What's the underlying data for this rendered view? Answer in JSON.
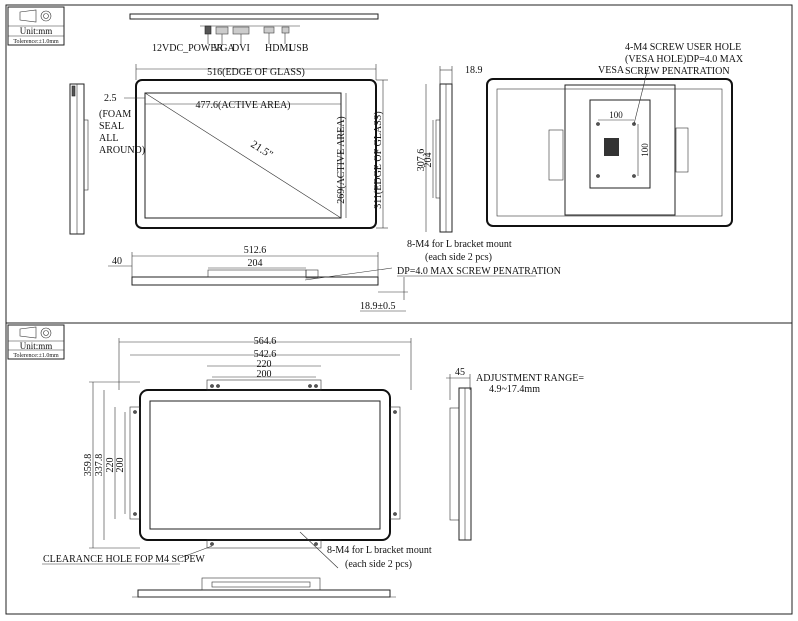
{
  "section1": {
    "unit_label": "Unit:mm",
    "tolerance_label": "Tolerence:±1.0mm",
    "connector_labels": {
      "power": "12VDC_POWER",
      "vga": "VGA",
      "dvi": "DVI",
      "hdmi": "HDMI",
      "usb": "USB"
    },
    "front": {
      "edge_of_glass_width": "516(EDGE OF GLASS)",
      "active_area_width": "477.6(ACTIVE AREA)",
      "diagonal": "21.5\"",
      "active_area_height": "269(ACTIVE AREA)",
      "edge_of_glass_height": "311(EDGE OF GLASS)",
      "foam_seal": [
        "2.5",
        "(FOAM",
        "SEAL",
        "ALL",
        "AROUND)"
      ]
    },
    "side": {
      "depth": "18.9",
      "height_outer": "307.6",
      "height_inner": "204"
    },
    "rear": {
      "screw_note": [
        "4-M4 SCREW USER HOLE",
        "(VESA HOLE)DP=4.0 MAX",
        "SCREW PENATRATION"
      ],
      "vesa_label": "VESA",
      "vesa_h": "100",
      "vesa_v": "100"
    },
    "bottom": {
      "depth_left": "40",
      "width": "512.6",
      "inner_width": "204",
      "bracket_note": [
        "8-M4 for L bracket mount",
        "(each side 2 pcs)"
      ],
      "screw_note": "DP=4.0 MAX SCREW PENATRATION",
      "depth_tol": "18.9±0.5"
    }
  },
  "section2": {
    "unit_label": "Unit:mm",
    "tolerance_label": "Tolerence:±1.0mm",
    "dims": {
      "overall_width": "564.6",
      "width_2": "542.6",
      "width_3": "220",
      "width_4": "200",
      "height_1": "359.8",
      "height_2": "337.8",
      "height_3": "220",
      "height_4": "200"
    },
    "adjustment": [
      "45",
      "ADJUSTMENT RANGE=",
      "4.9~17.4mm"
    ],
    "clearance_note": "CLEARANCE HOLE FOP M4 SCPEW",
    "bracket_note": [
      "8-M4 for L bracket mount",
      "(each side 2 pcs)"
    ]
  }
}
